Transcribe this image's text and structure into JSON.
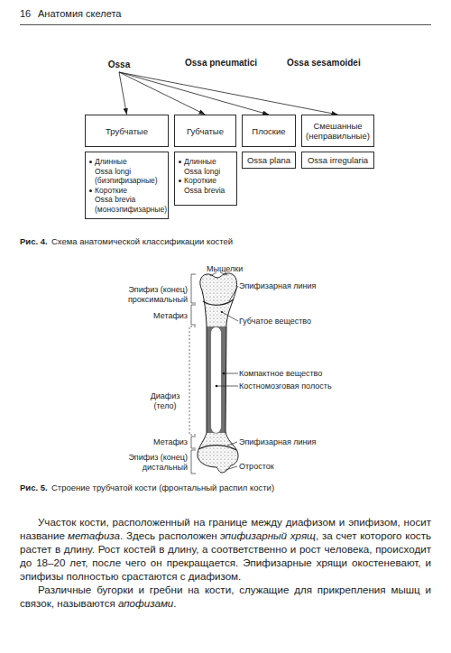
{
  "diagram": {
    "nodes": [
      {
        "text": [
          "Ossa"
        ]
      },
      {
        "text": [
          "Трубчатые"
        ]
      },
      {
        "text": [
          "Губчатые"
        ]
      },
      {
        "text": [
          "Плоские"
        ]
      },
      {
        "text": [
          "Смешанные (неправильные)"
        ]
      },
      {
        "text": [
          "Длинные Ossa longi (биэпифизарные)",
          "Короткие Ossa brevia (моноэпифизарные)"
        ]
      },
      {
        "text": [
          "Длинные Ossa longi",
          "Короткие Ossa brevia"
        ]
      },
      {
        "text": [
          "Ossa plana"
        ]
      },
      {
        "text": [
          "Ossa irregularia"
        ]
      }
    ],
    "edges": [
      {
        "from": 0,
        "to": 1,
        "arrow": "to"
      },
      {
        "from": 0,
        "to": 2,
        "arrow": "to"
      },
      {
        "from": 0,
        "to": 3,
        "arrow": "to"
      },
      {
        "from": 0,
        "to": 4,
        "arrow": "to"
      }
    ],
    "labels": [
      "16",
      "Анатомия скелета",
      "Ossa pneumatici",
      "Ossa sesamoidei",
      "Рис. 4.",
      "Схема анатомической классификации костей",
      "Мыщелки",
      "Эпифиз (конец) проксимальный",
      "Метафиз",
      "Диафиз (тело)",
      "Метафиз",
      "Эпифиз (конец) дистальный",
      "Эпифизарная линия",
      "Губчатое вещество",
      "Компактное вещество",
      "Костномозговая полость",
      "Эпифизарная линия",
      "Отросток",
      "Рис. 5.",
      "Строение трубчатой кости (фронтальный распил кости)",
      "Участок кости, расположенный на границе между диафизом и эпифизом, носит название",
      "метафиза",
      ". Здесь расположен",
      "эпифизарный хрящ",
      ", за счет которого кость растет в длину. Рост костей в длину, а соответственно и рост человека, происходит до 18–20 лет, после чего он прекращается. Эпифизарные хрящи окостеневают, и эпифизы полностью срастаются с диафизом.",
      "Различные бугорки и гребни на кости, служащие для прикрепления мышц и связок, называются",
      "апофизами",
      "."
    ]
  }
}
